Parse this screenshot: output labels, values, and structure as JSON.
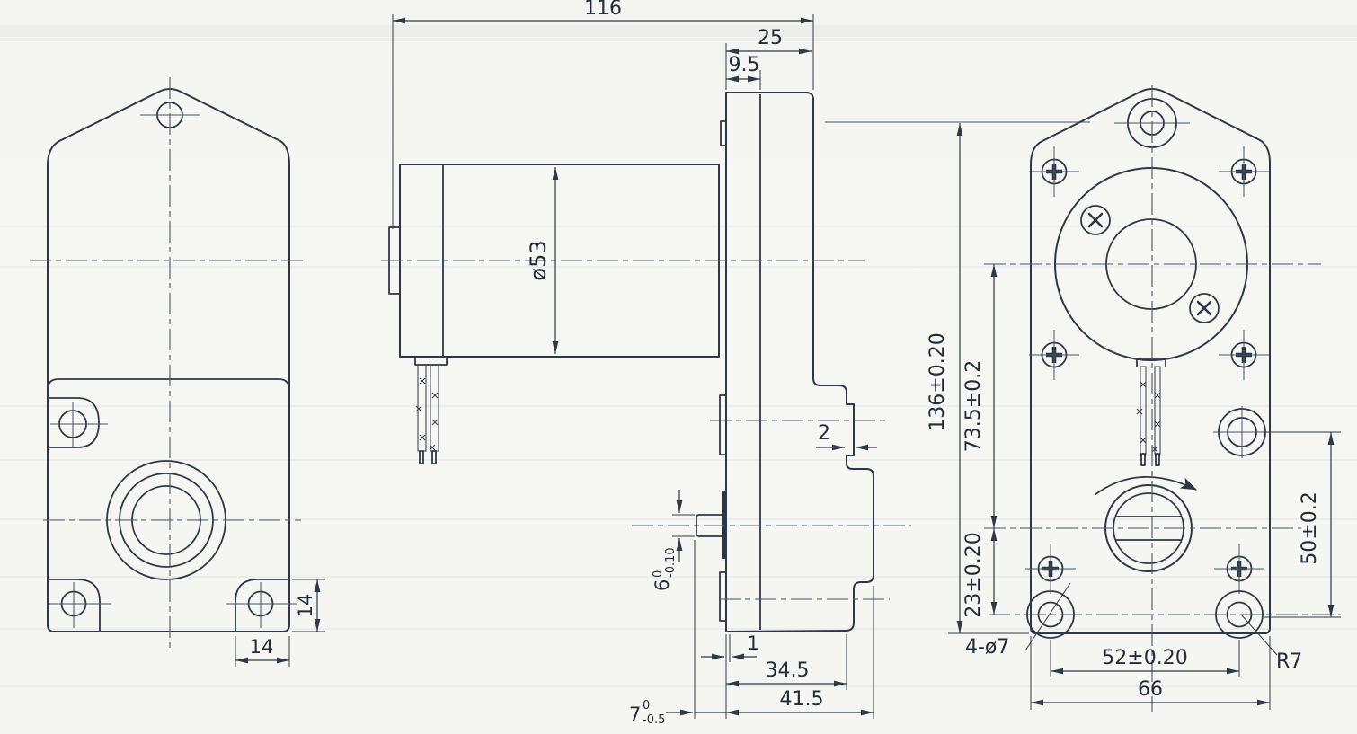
{
  "colors": {
    "ink": "#2e3947",
    "paper": "#f5f5f1",
    "scan_rule": "#ccd7e1"
  },
  "dims": {
    "side": {
      "overall_length": "116",
      "plate_width": "25",
      "cover_offset": "9.5",
      "motor_dia": "ø53",
      "tab_thickness": "2",
      "shaft_dia_nom": "6",
      "shaft_dia_tol_u": "0",
      "shaft_dia_tol_l": "-0.10",
      "lip": "1",
      "gearbox_depth": "34.5",
      "overall_depth": "41.5",
      "shaft_len_nom": "7",
      "shaft_len_tol_u": "0",
      "shaft_len_tol_l": "-0.5"
    },
    "front": {
      "ear_h": "14",
      "ear_w": "14"
    },
    "rear": {
      "overall_height": "136±0.20",
      "motor_to_output": "73.5±0.2",
      "output_to_mount": "23±0.20",
      "side_holes": "50±0.2",
      "mount_holes": "4-ø7",
      "mount_spacing": "52±0.20",
      "overall_width": "66",
      "corner_r": "R7"
    }
  }
}
